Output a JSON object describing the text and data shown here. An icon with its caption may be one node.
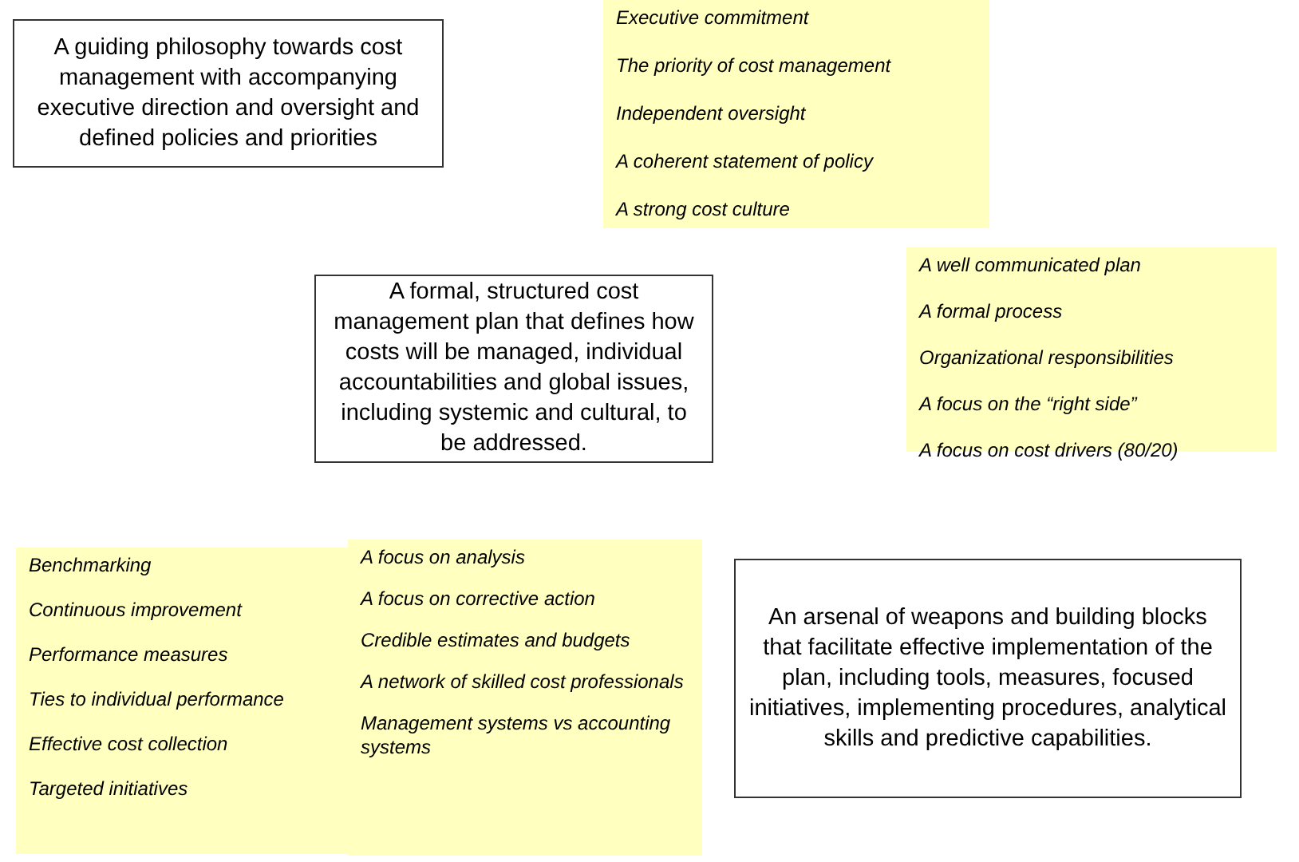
{
  "diagram": {
    "nodes": [
      {
        "text": [
          "A guiding philosophy towards cost management with accompanying executive direction and oversight and defined policies and priorities"
        ]
      },
      {
        "text": [
          "Executive commitment",
          "The priority of cost management",
          "Independent oversight",
          "A coherent statement of policy",
          "A strong cost culture"
        ]
      },
      {
        "text": [
          "A formal, structured cost management plan that defines how costs will be managed, individual accountabilities and global issues, including systemic and cultural, to be addressed."
        ]
      },
      {
        "text": [
          "A well communicated plan",
          "A formal process",
          "Organizational responsibilities",
          "A focus on the “right side”",
          "A focus on cost drivers (80/20)"
        ]
      },
      {
        "text": [
          "Benchmarking",
          "Continuous improvement",
          "Performance measures",
          "Ties to individual performance",
          "Effective cost collection",
          "Targeted initiatives"
        ]
      },
      {
        "text": [
          "A focus on analysis",
          "A focus on corrective action",
          "Credible estimates and budgets",
          "A network of skilled cost professionals",
          "Management systems vs accounting systems"
        ]
      },
      {
        "text": [
          "An arsenal of weapons and building blocks that facilitate effective implementation of the plan, including tools, measures, focused initiatives, implementing procedures, analytical skills and predictive capabilities."
        ]
      }
    ],
    "edges": []
  }
}
